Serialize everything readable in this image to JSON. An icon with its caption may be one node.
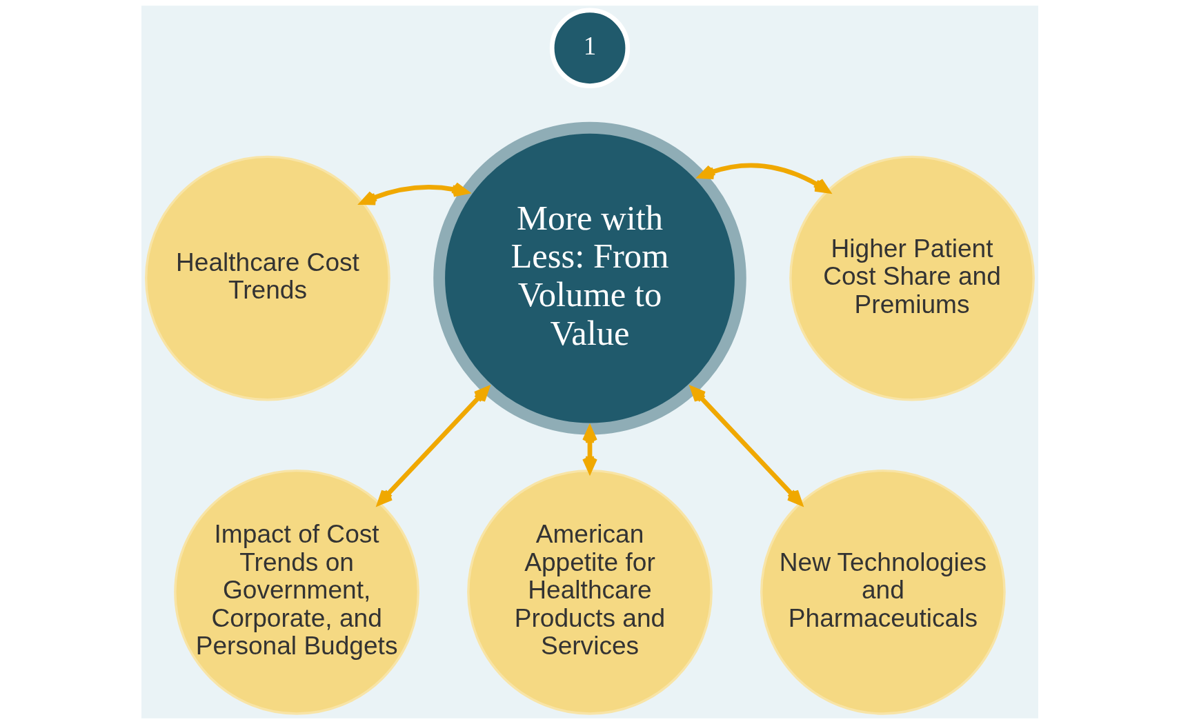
{
  "diagram": {
    "nodes": [
      {
        "text": [
          "1"
        ]
      },
      {
        "text": [
          "Healthcare Cost Trends"
        ]
      },
      {
        "text": [
          "More with Less: From Volume to Value"
        ]
      },
      {
        "text": [
          "Higher Patient Cost Share and Premiums"
        ]
      },
      {
        "text": [
          "Impact of Cost Trends on Government, Corporate, and Personal Budgets"
        ]
      },
      {
        "text": [
          "American Appetite for Healthcare Products and Services"
        ]
      },
      {
        "text": [
          "New Technologies and Pharmaceuticals"
        ]
      }
    ],
    "edges": [
      {
        "from": 2,
        "to": 1,
        "arrow": "both"
      },
      {
        "from": 2,
        "to": 3,
        "arrow": "both"
      },
      {
        "from": 2,
        "to": 4,
        "arrow": "both"
      },
      {
        "from": 2,
        "to": 5,
        "arrow": "both"
      },
      {
        "from": 2,
        "to": 6,
        "arrow": "both"
      }
    ]
  }
}
